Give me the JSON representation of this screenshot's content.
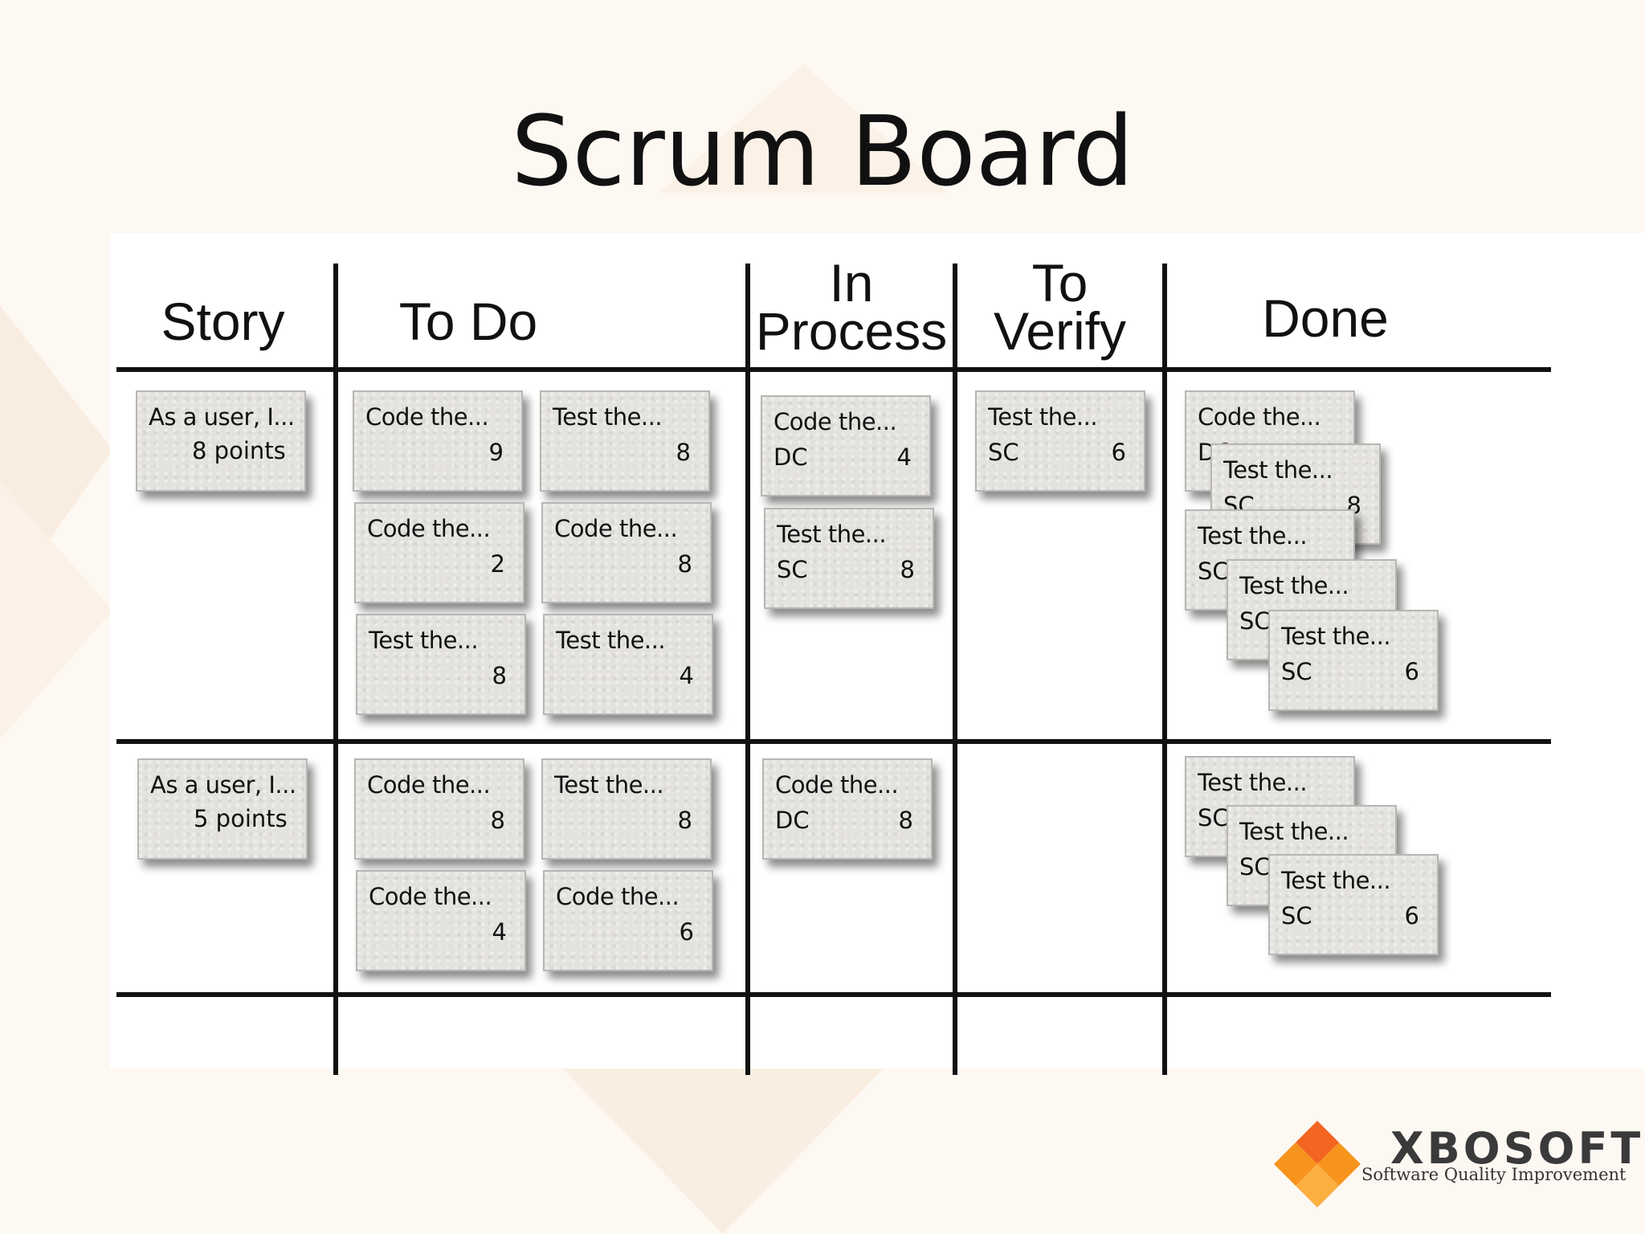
{
  "title": "Scrum Board",
  "columns": [
    "Story",
    "To Do",
    "In\nProcess",
    "To\nVerify",
    "Done"
  ],
  "stories": [
    {
      "story": {
        "title": "As a user, I...",
        "points": "8 points"
      },
      "todo": [
        {
          "title": "Code the...",
          "who": "",
          "est": "9"
        },
        {
          "title": "Test the...",
          "who": "",
          "est": "8"
        },
        {
          "title": "Code the...",
          "who": "",
          "est": "2"
        },
        {
          "title": "Code the...",
          "who": "",
          "est": "8"
        },
        {
          "title": "Test the...",
          "who": "",
          "est": "8"
        },
        {
          "title": "Test the...",
          "who": "",
          "est": "4"
        }
      ],
      "in_process": [
        {
          "title": "Code the...",
          "who": "DC",
          "est": "4"
        },
        {
          "title": "Test the...",
          "who": "SC",
          "est": "8"
        }
      ],
      "to_verify": [
        {
          "title": "Test the...",
          "who": "SC",
          "est": "6"
        }
      ],
      "done": [
        {
          "title": "Code the...",
          "who": "DC",
          "est": ""
        },
        {
          "title": "Test the...",
          "who": "SC",
          "est": "8"
        },
        {
          "title": "Test the...",
          "who": "SC",
          "est": ""
        },
        {
          "title": "Test the...",
          "who": "SC",
          "est": ""
        },
        {
          "title": "Test the...",
          "who": "SC",
          "est": "6"
        }
      ]
    },
    {
      "story": {
        "title": "As a user, I...",
        "points": "5 points"
      },
      "todo": [
        {
          "title": "Code the...",
          "who": "",
          "est": "8"
        },
        {
          "title": "Test the...",
          "who": "",
          "est": "8"
        },
        {
          "title": "Code the...",
          "who": "",
          "est": "4"
        },
        {
          "title": "Code the...",
          "who": "",
          "est": "6"
        }
      ],
      "in_process": [
        {
          "title": "Code the...",
          "who": "DC",
          "est": "8"
        }
      ],
      "to_verify": [],
      "done": [
        {
          "title": "Test the...",
          "who": "SC",
          "est": ""
        },
        {
          "title": "Test the...",
          "who": "SC",
          "est": ""
        },
        {
          "title": "Test the...",
          "who": "SC",
          "est": "6"
        }
      ]
    }
  ],
  "logo": {
    "name": "XBOSOFT",
    "tagline": "Software Quality Improvement",
    "colors": [
      "#f26522",
      "#f7941d",
      "#fbb040"
    ]
  }
}
